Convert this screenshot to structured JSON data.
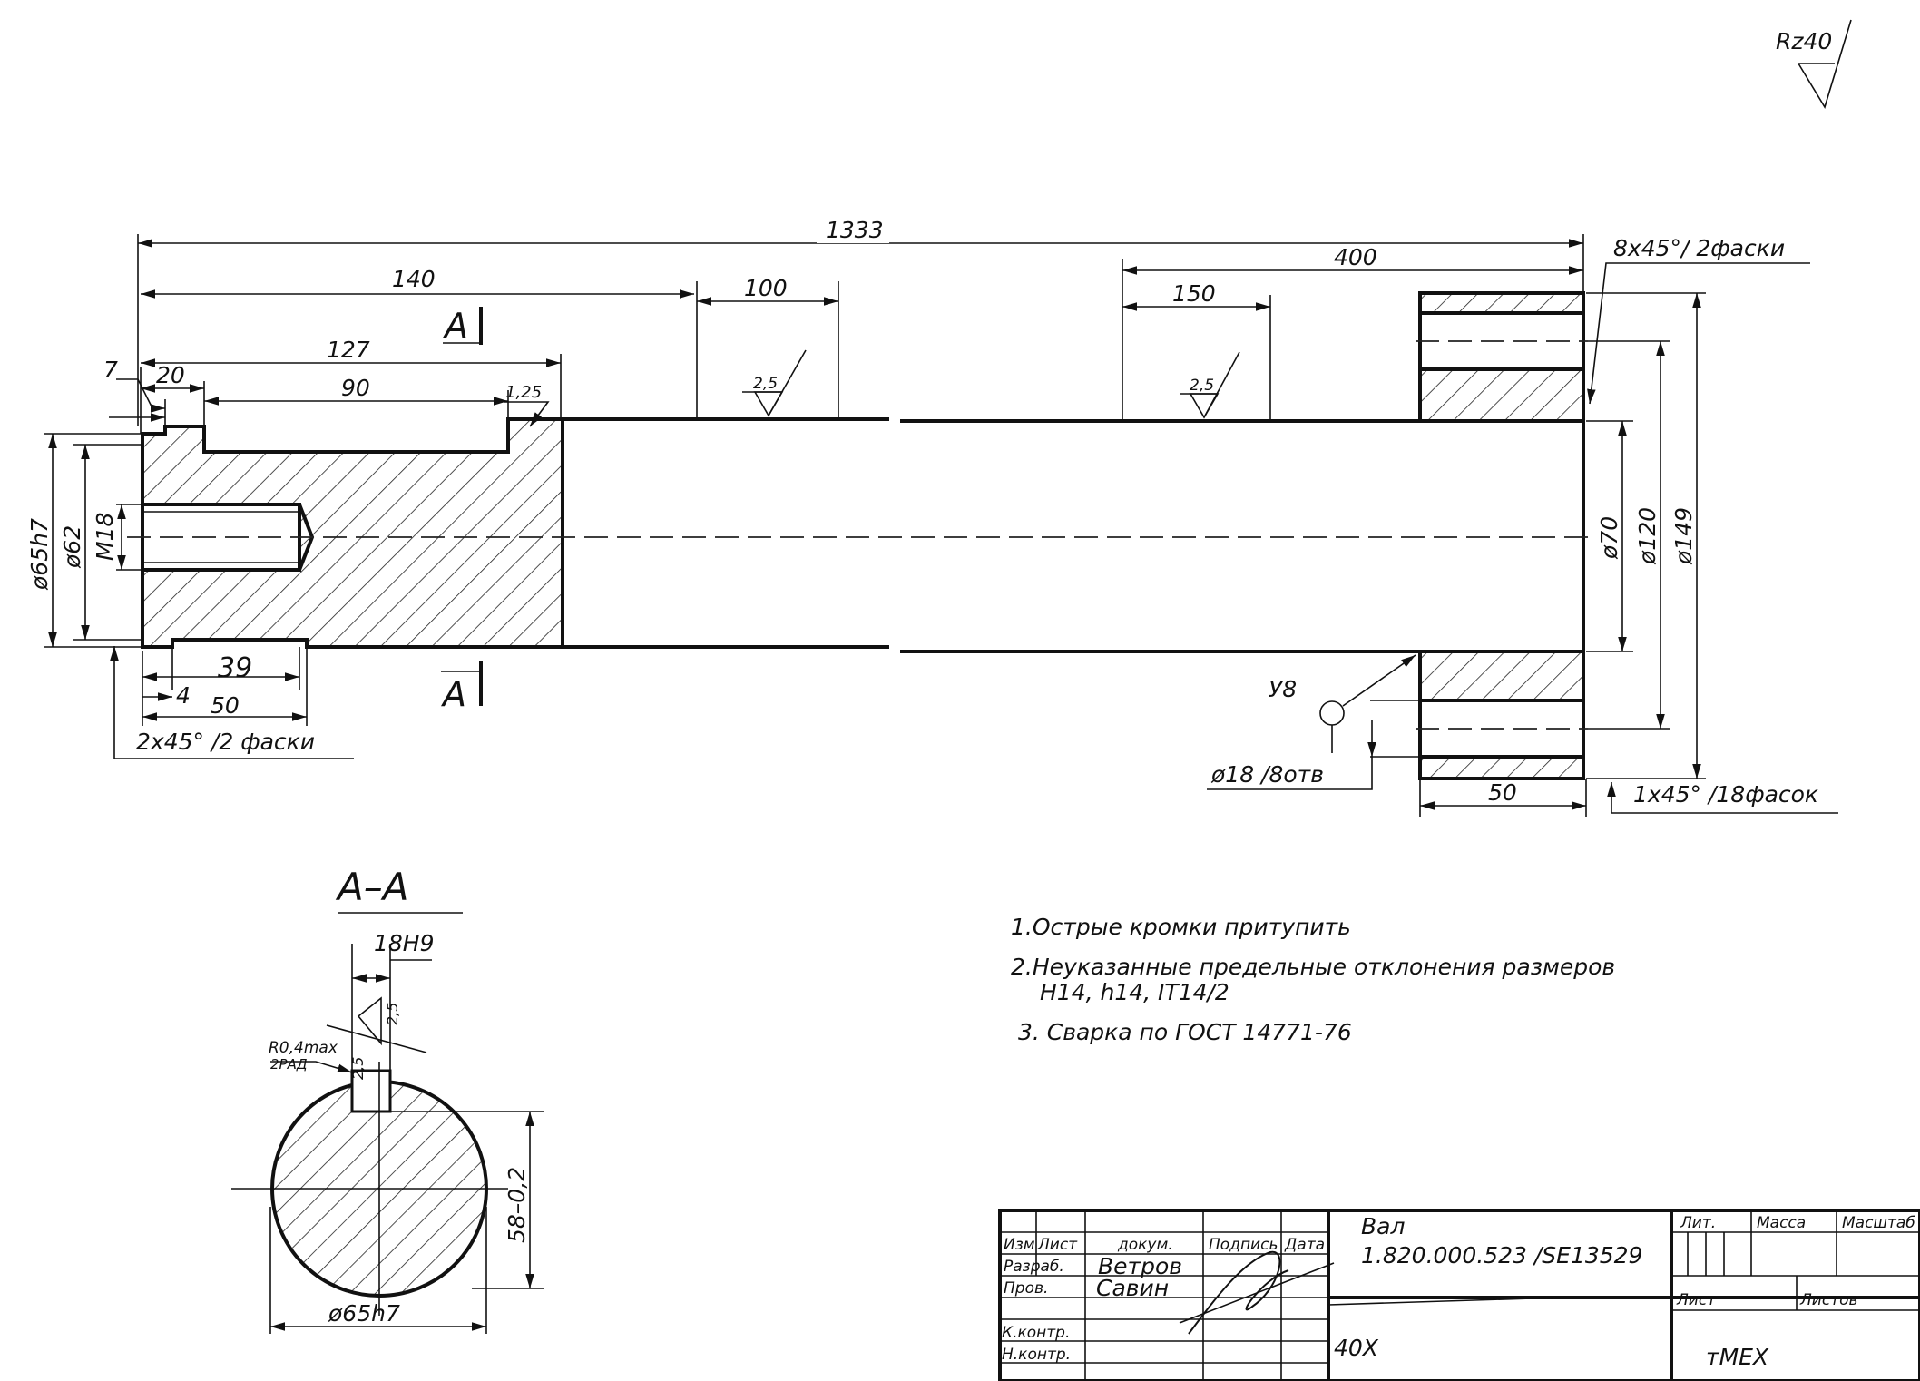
{
  "roughness_general": "Rz40",
  "dims": {
    "overall_length": "1333",
    "d140": "140",
    "d100": "100",
    "d400": "400",
    "d150": "150",
    "d127": "127",
    "d90": "90",
    "d20": "20",
    "d7": "7",
    "d1_25": "1,25",
    "d39": "39",
    "d4": "4",
    "d50_left": "50",
    "d50_right": "50",
    "dia65h7": "ø65h7",
    "dia62": "ø62",
    "m18": "M18",
    "dia70": "ø70",
    "dia120": "ø120",
    "dia149": "ø149",
    "chamfer_top": "8x45°/ 2фаски",
    "chamfer_left": "2x45° /2 фаски",
    "chamfer_right": "1x45° /18фасок",
    "holes": "ø18 /8отв",
    "weld": "У8",
    "roughness_a": "2,5",
    "roughness_b": "2,5"
  },
  "section_marks": {
    "top": "A",
    "bottom": "A"
  },
  "section_view": {
    "title": "А–А",
    "key_width": "18H9",
    "radius": "R0,4max",
    "radius2": "2РАД",
    "rough1": "2,5",
    "rough2": "2,5",
    "depth": "58–0,2",
    "diameter": "ø65h7"
  },
  "notes": [
    "1.Острые кромки притупить",
    "2.Неуказанные предельные отклонения размеров",
    "H14,   h14,  IT14/2",
    "3. Сварка по ГОСТ 14771-76"
  ],
  "title_block": {
    "part_name": "Вал",
    "designation": "1.820.000.523 /SE13529",
    "material": "40Х",
    "org": "тМЕХ",
    "h_izm": "Изм",
    "h_list": "Лист",
    "h_dokum": "докум.",
    "h_podpis": "Подпись",
    "h_data": "Дата",
    "r_razrab": "Разраб.",
    "r_prov": "Пров.",
    "r_kkontr": "К.контр.",
    "r_nkontr": "Н.контр.",
    "razrab_name": "Ветров",
    "prov_name": "Савин",
    "h_lit": "Лит.",
    "h_massa": "Масса",
    "h_masshtab": "Масштаб",
    "h_list2": "Лист",
    "h_listov": "Листов"
  }
}
